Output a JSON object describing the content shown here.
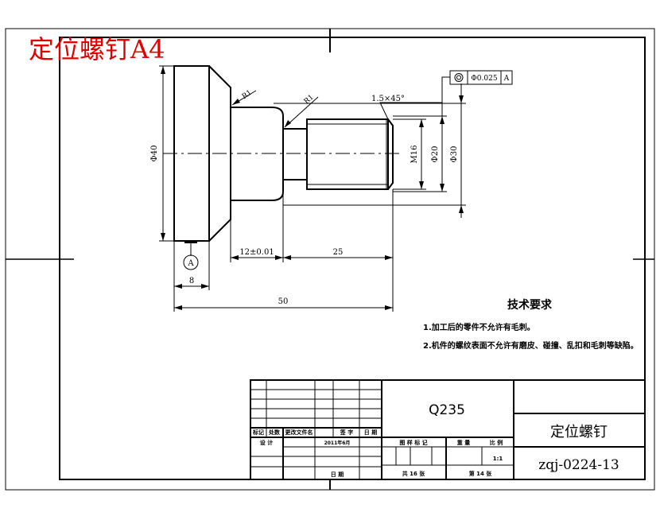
{
  "drawing": {
    "title_overlay": "定位螺钉A4",
    "technical_requirements": {
      "heading": "技术要求",
      "items": [
        "1.加工后的零件不允许有毛刺。",
        "2.机件的螺纹表面不允许有磨皮、碰撞、乱扣和毛刺等缺陷。"
      ]
    },
    "dimensions": {
      "dia_head": "Φ40",
      "dia_thread": "M16",
      "dia_neck": "Φ20",
      "dia_shaft": "Φ30",
      "chamfer": "1.5×45°",
      "radius_1": "R1",
      "radius_2": "R1",
      "len_head": "8",
      "len_shoulder": "12±0.01",
      "len_thread": "25",
      "len_total": "50",
      "datum": "A"
    },
    "tolerance_frame": {
      "value": "Φ0.025",
      "datum": "A"
    }
  },
  "title_block": {
    "material": "Q235",
    "part_name": "定位螺钉",
    "drawing_number": "zqj-0224-13",
    "labels": {
      "biaoji": "标记",
      "chushu": "处数",
      "genggai": "更改文件名",
      "qianzi": "签 字",
      "riqi": "日 期",
      "sheji": "设 计",
      "shenhe_date": "2011年6月",
      "riqi2": "日 期",
      "tuyang": "图 样 标 记",
      "zhongliang": "重 量",
      "bili": "比 例",
      "scale": "1:1",
      "total": "共 16 张",
      "sheet": "第 14 张"
    }
  }
}
